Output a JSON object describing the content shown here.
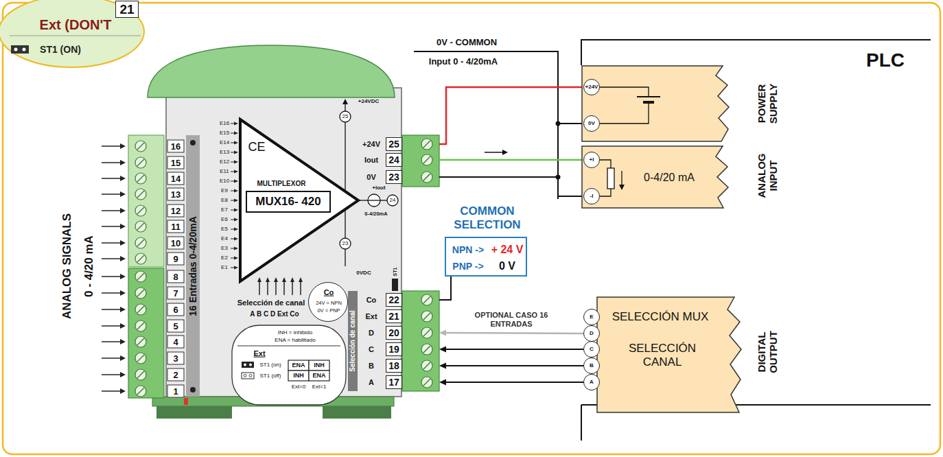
{
  "diagram": {
    "nodes": [
      {
        "text": [
          "Ext (DON'T",
          "ST1 (ON)"
        ]
      },
      {
        "text": [
          "21"
        ],
        "in": 0
      },
      {
        "text": [
          "PLC"
        ]
      },
      {
        "text": [
          "POWER SUPPLY"
        ],
        "in": 2
      },
      {
        "text": [
          "+24V"
        ],
        "in": 3
      },
      {
        "text": [
          "0V"
        ],
        "in": 3
      },
      {
        "text": [
          "0-4/20 mA",
          "ANALOG INPUT"
        ],
        "in": 2
      },
      {
        "text": [
          "+I"
        ],
        "in": 6
      },
      {
        "text": [
          "-I"
        ],
        "in": 6
      },
      {
        "text": [
          "SELECCIÓN MUX",
          "SELECCIÓN CANAL",
          "DIGITAL OUTPUT"
        ],
        "in": 2
      },
      {
        "text": [
          "E"
        ],
        "in": 9
      },
      {
        "text": [
          "D"
        ],
        "in": 9
      },
      {
        "text": [
          "C"
        ],
        "in": 9
      },
      {
        "text": [
          "B"
        ],
        "in": 9
      },
      {
        "text": [
          "A"
        ],
        "in": 9
      },
      {
        "text": [
          "16 Entradas 0-4/20mA",
          "Selección de canal"
        ]
      },
      {
        "text": [
          "MULTIPLEXOR"
        ],
        "in": 15
      },
      {
        "text": [
          "MUX16- 420"
        ],
        "in": 16
      },
      {
        "text": [
          "Co",
          "24V = NPN",
          "0V = PNP"
        ],
        "in": 15
      },
      {
        "text": [
          "+24V",
          "25"
        ],
        "in": 15
      },
      {
        "text": [
          "Iout",
          "24"
        ],
        "in": 15
      },
      {
        "text": [
          "0V",
          "23"
        ],
        "in": 15
      },
      {
        "text": [
          "Co",
          "22"
        ],
        "in": 15
      },
      {
        "text": [
          "Ext",
          "21"
        ],
        "in": 15
      },
      {
        "text": [
          "D",
          "20"
        ],
        "in": 15
      },
      {
        "text": [
          "C",
          "19"
        ],
        "in": 15
      },
      {
        "text": [
          "B",
          "18"
        ],
        "in": 15
      },
      {
        "text": [
          "A",
          "17"
        ],
        "in": 15
      },
      {
        "text": [
          "COMMON SELECTION",
          "NPN ->",
          "+ 24 V",
          "PNP ->",
          "0 V"
        ]
      }
    ],
    "edges": [
      {
        "from": 19,
        "to": 4,
        "arrow": "none"
      },
      {
        "from": 20,
        "to": 7,
        "arrow": "none"
      },
      {
        "from": 21,
        "to": 8,
        "arrow": "none"
      },
      {
        "from": 22,
        "to": 28,
        "arrow": "none"
      },
      {
        "from": 11,
        "to": 24,
        "arrow": "to",
        "label": "OPTIONAL CASO 16 ENTRADAS"
      },
      {
        "from": 12,
        "to": 25,
        "arrow": "to"
      },
      {
        "from": 13,
        "to": 26,
        "arrow": "to"
      },
      {
        "from": 14,
        "to": 27,
        "arrow": "to"
      }
    ],
    "labels": [
      "0V - COMMON",
      "Input 0 - 4/20mA",
      "ANALOG SIGNALS",
      "0 - 4/20 mA",
      "16",
      "15",
      "14",
      "13",
      "12",
      "11",
      "10",
      "9",
      "8",
      "7",
      "6",
      "5",
      "4",
      "3",
      "2",
      "1",
      "E16",
      "E15",
      "E14",
      "E13",
      "E12",
      "E11",
      "E10",
      "E9",
      "E8",
      "E7",
      "E6",
      "E5",
      "E4",
      "E3",
      "E2",
      "E1",
      "CE",
      "+24VDC",
      "25",
      "+Iout",
      "24",
      "0-4/20mA",
      "23",
      "0VDC",
      "ST1",
      "Selección de canal",
      "A B C D Ext Co",
      "INH = inhibido",
      "ENA = habilitado",
      "Ext",
      "ST1 (on)",
      "ST1 (off)",
      "ENA",
      "INH",
      "INH",
      "ENA",
      "Ext=0",
      "Ext=1"
    ]
  }
}
